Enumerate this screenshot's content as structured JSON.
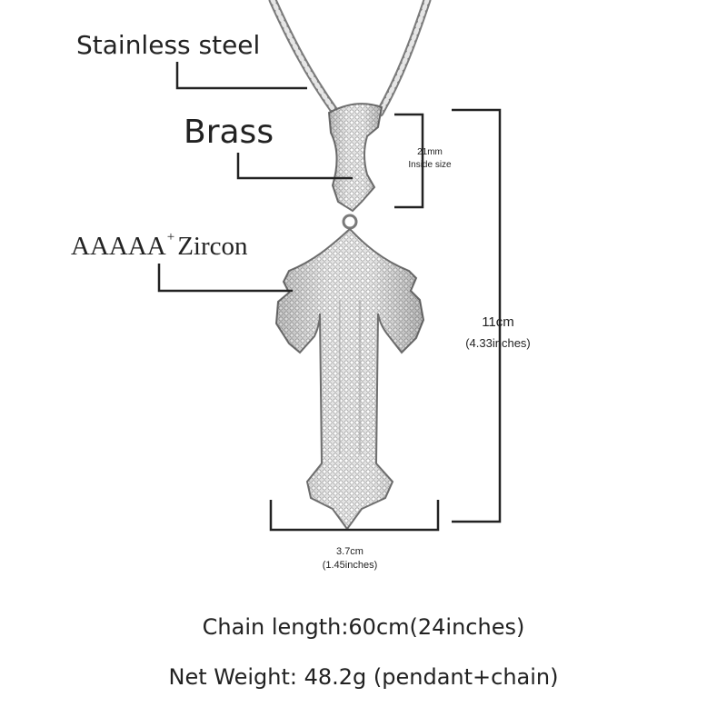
{
  "labels": {
    "chain_material": "Stainless steel",
    "bail_material": "Brass",
    "stone_prefix": "AAAAA",
    "stone_plus": "+",
    "stone_suffix": "Zircon"
  },
  "dimensions": {
    "bail_size_value": "21mm",
    "bail_size_label": "Inside size",
    "height_cm": "11cm",
    "height_in": "(4.33inches)",
    "width_cm": "3.7cm",
    "width_in": "(1.45inches)"
  },
  "specs": {
    "chain_length": "Chain length:60cm(24inches)",
    "net_weight": "Net Weight: 48.2g (pendant+chain)"
  },
  "colors": {
    "metal": "#d9d9d9",
    "metal_shadow": "#8c8c8c",
    "line": "#222222",
    "background": "#ffffff"
  }
}
